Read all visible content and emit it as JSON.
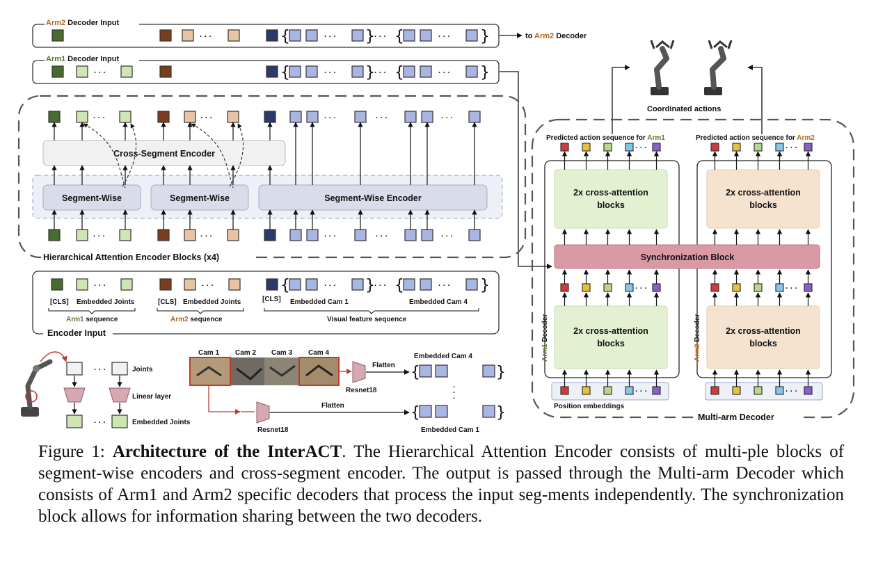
{
  "colors": {
    "arm1_dark": "#4a6b2e",
    "arm1_light": "#cfe5b4",
    "arm2_dark": "#7a3e1c",
    "arm2_light": "#e9c4a3",
    "cam_dark": "#2b3a6b",
    "cam_light": "#a9b5e3",
    "arm1_text": "#5a7a2e",
    "arm2_text": "#b5651d",
    "sync_block": "#d99aa6",
    "arm1_block": "#e3f1d2",
    "arm2_block": "#f6e3cf",
    "segment_block": "#dde1ec",
    "cross_segment_block": "#f0f0f0"
  },
  "rows": {
    "arm2_input": {
      "title_arm": "Arm2",
      "title_rest": " Decoder Input",
      "to_prefix": "to ",
      "to_arm": "Arm2",
      "to_suffix": " Decoder"
    },
    "arm1_input": {
      "title_arm": "Arm1",
      "title_rest": " Decoder Input"
    }
  },
  "encoder": {
    "cross_segment": "Cross-Segment Encoder",
    "segment_wise_1": "Segment-Wise",
    "segment_wise_2": "Segment-Wise",
    "segment_wise_enc": "Segment-Wise Encoder",
    "blocks_label": "Hierarchical Attention Encoder Blocks (x4)"
  },
  "encoder_input": {
    "cls1": "[CLS]",
    "joints1": "Embedded Joints",
    "cls2": "[CLS]",
    "joints2": "Embedded Joints",
    "cls3": "[CLS]",
    "cam1": "Embedded Cam 1",
    "cam4": "Embedded Cam 4",
    "arm1_seq_arm": "Arm1",
    "arm1_seq_rest": " sequence",
    "arm2_seq_arm": "Arm2",
    "arm2_seq_rest": " sequence",
    "visual_seq": "Visual feature sequence",
    "title": "Encoder Input"
  },
  "bottom_left": {
    "joints": "Joints",
    "linear_layer": "Linear layer",
    "embedded_joints": "Embedded Joints"
  },
  "cameras": {
    "cam1": "Cam 1",
    "cam2": "Cam 2",
    "cam3": "Cam 3",
    "cam4": "Cam 4",
    "flatten_top": "Flatten",
    "flatten_bottom": "Flatten",
    "resnet_top": "Resnet18",
    "resnet_bottom": "Resnet18",
    "embedded_cam4": "Embedded Cam 4",
    "embedded_cam1": "Embedded Cam 1"
  },
  "decoder": {
    "coordinated_actions": "Coordinated actions",
    "pred_arm1_prefix": "Predicted action sequence for ",
    "pred_arm1_arm": "Arm1",
    "pred_arm2_prefix": "Predicted action sequence for ",
    "pred_arm2_arm": "Arm2",
    "cross_attn_line1": "2x cross-attention",
    "cross_attn_line2": "blocks",
    "sync_block": "Synchronization Block",
    "arm1_decoder_arm": "Arm1",
    "arm1_decoder_rest": " Decoder",
    "arm2_decoder_arm": "Arm2",
    "arm2_decoder_rest": " Decoder",
    "position_embeddings": "Position embeddings",
    "title": "Multi-arm Decoder"
  },
  "caption": {
    "prefix": "Figure 1: ",
    "bold": "Architecture of the InterACT",
    "rest": ". The Hierarchical Attention Encoder consists of multi-ple blocks of segment-wise encoders and cross-segment encoder. The output is passed through the Multi-arm Decoder which consists of Arm1 and Arm2 specific decoders that process the input seg-ments independently. The synchronization block allows for information sharing between the two decoders."
  }
}
